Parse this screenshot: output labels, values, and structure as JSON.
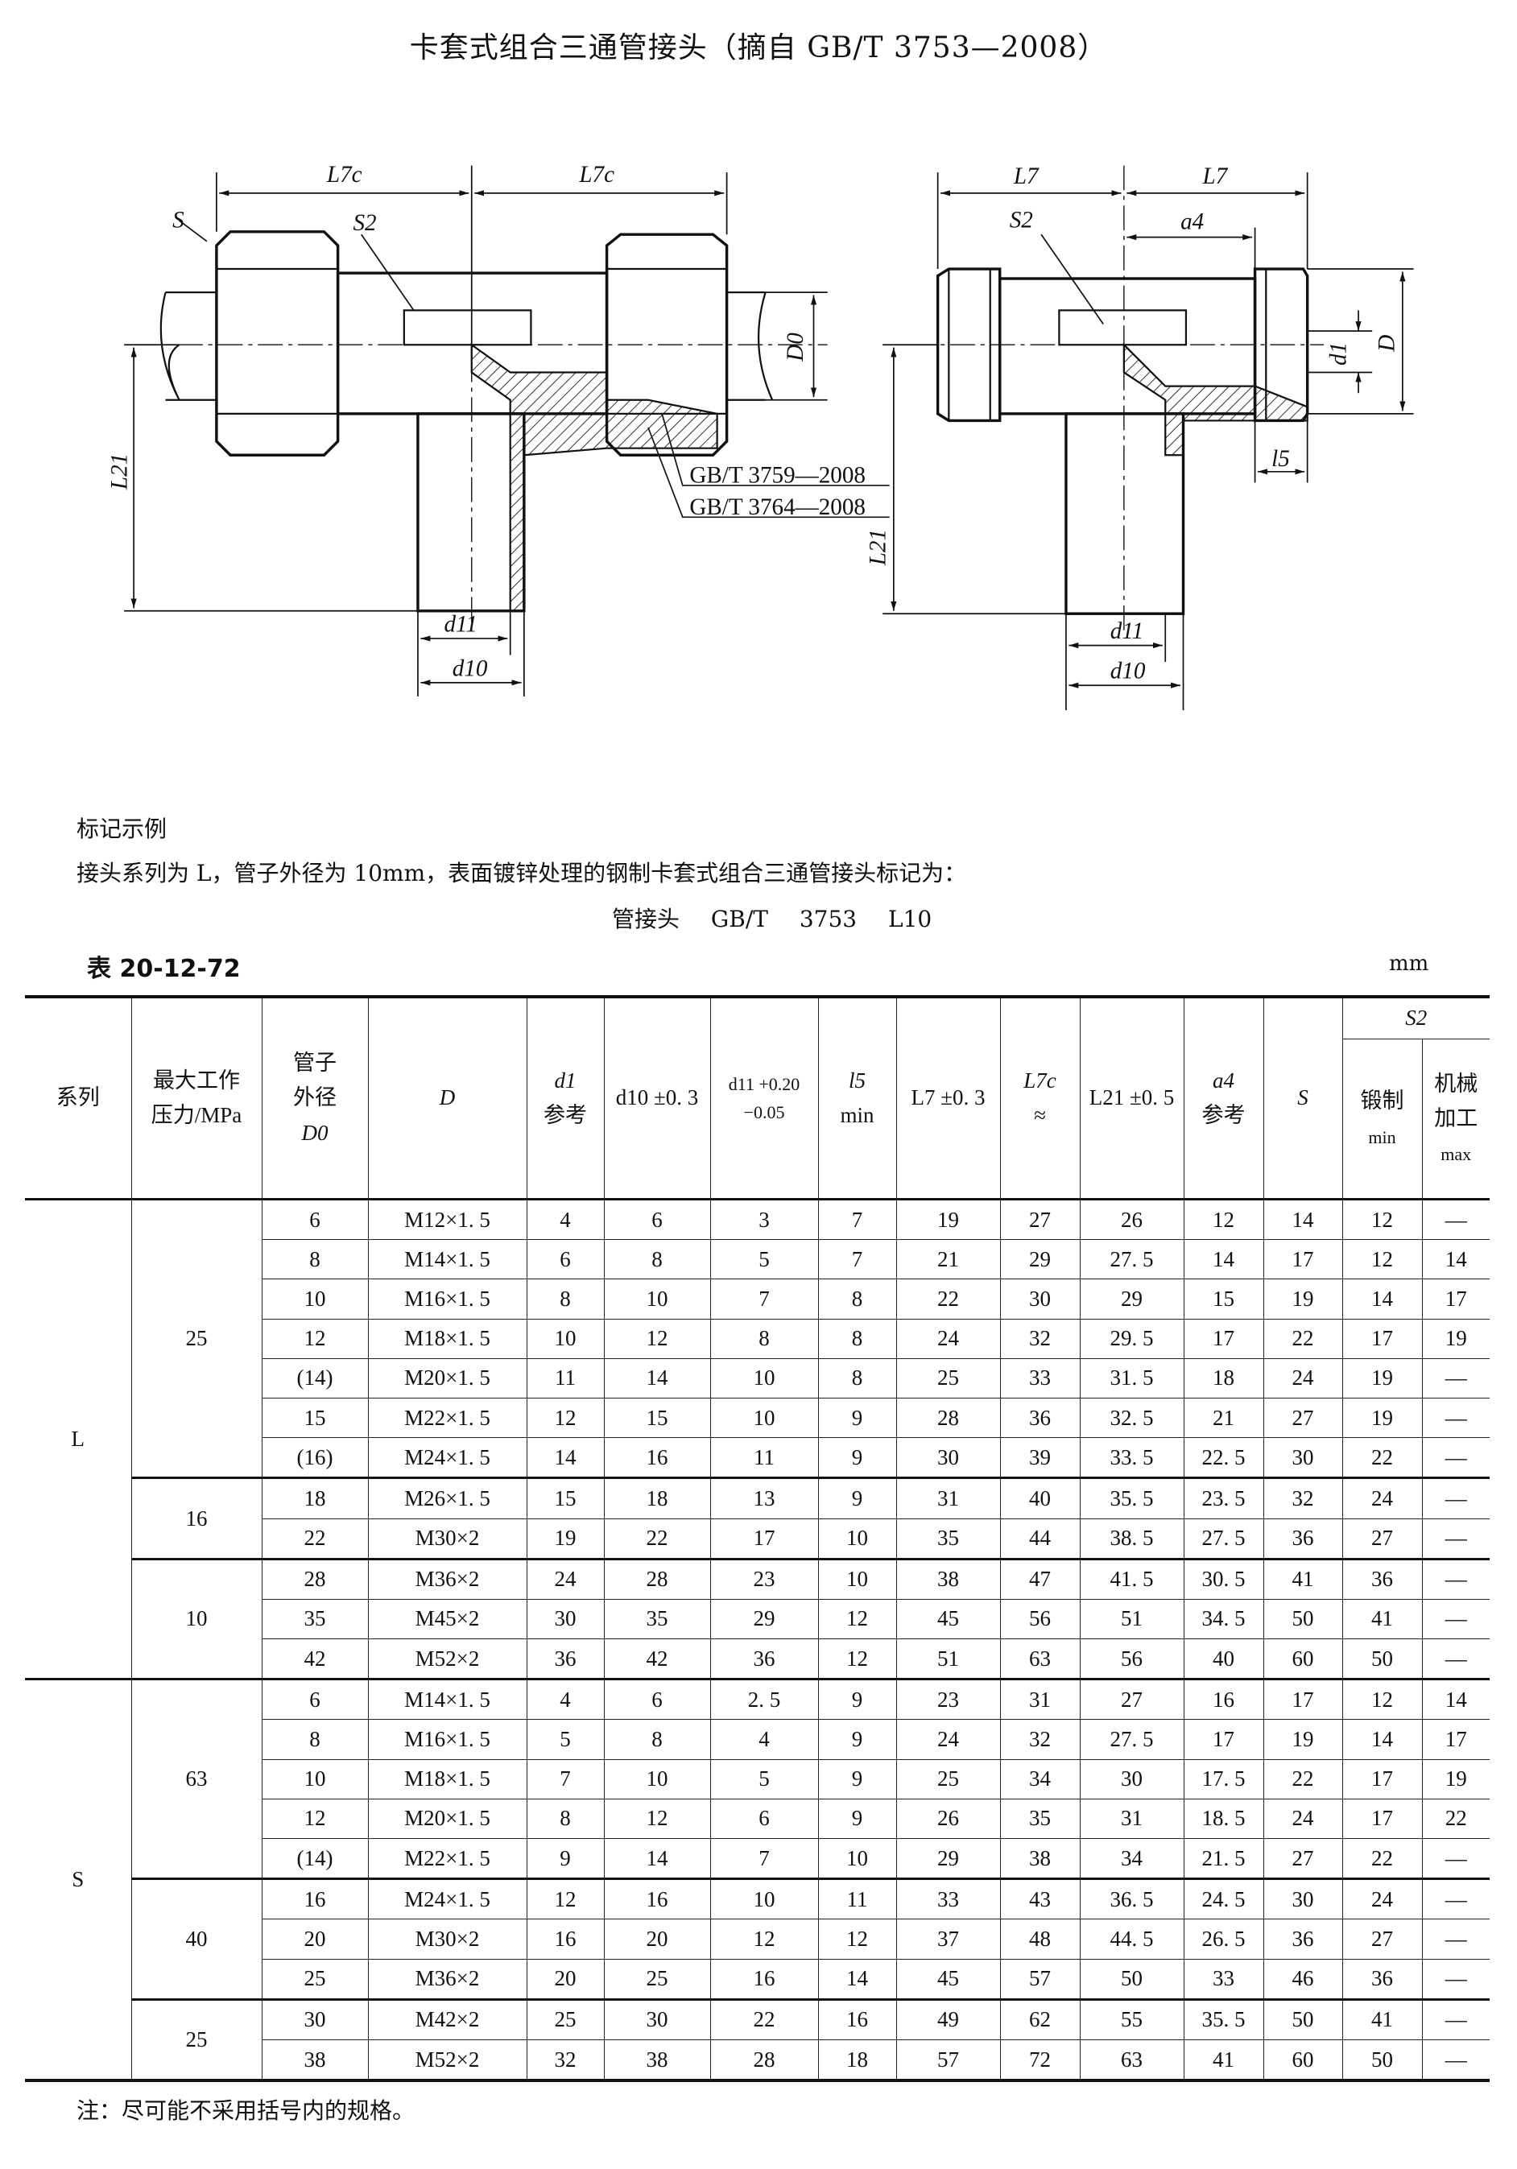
{
  "title": "卡套式组合三通管接头（摘自 GB/T 3753—2008）",
  "drawing": {
    "left": {
      "L7c_a": "L7c",
      "L7c_b": "L7c",
      "S": "S",
      "S2": "S2",
      "D0": "D0",
      "L21": "L21",
      "d11": "d11",
      "d10": "d10",
      "std1": "GB/T 3759—2008",
      "std2": "GB/T 3764—2008"
    },
    "right": {
      "L7_a": "L7",
      "L7_b": "L7",
      "S2": "S2",
      "a4": "a4",
      "d1": "d1",
      "D": "D",
      "l5": "l5",
      "L21": "L21",
      "d11": "d11",
      "d10": "d10"
    }
  },
  "marking": {
    "heading": "标记示例",
    "text": "接头系列为 L，管子外径为 10mm，表面镀锌处理的钢制卡套式组合三通管接头标记为：",
    "code": "管接头 GB/T 3753 L10"
  },
  "table": {
    "number": "表 20-12-72",
    "unit": "mm",
    "headers": {
      "series": "系列",
      "pressure": [
        "最大工作",
        "压力/MPa"
      ],
      "tube_od": [
        "管子",
        "外径",
        "D0"
      ],
      "D": "D",
      "d1": [
        "d1",
        "参考"
      ],
      "d10": "d10 ±0. 3",
      "d11": "d11 +0.20 −0.05",
      "l5": [
        "l5",
        "min"
      ],
      "L7": "L7 ±0. 3",
      "L7c": [
        "L7c",
        "≈"
      ],
      "L21": "L21 ±0. 5",
      "a4": [
        "a4",
        "参考"
      ],
      "S": "S",
      "S2": "S2",
      "S2_forged": [
        "锻制",
        "min"
      ],
      "S2_machined": [
        "机械",
        "加工",
        "max"
      ]
    },
    "groups": [
      {
        "series": "L",
        "pressures": [
          {
            "pressure": "25",
            "rows": [
              [
                "6",
                "M12×1. 5",
                "4",
                "6",
                "3",
                "7",
                "19",
                "27",
                "26",
                "12",
                "14",
                "12",
                "—"
              ],
              [
                "8",
                "M14×1. 5",
                "6",
                "8",
                "5",
                "7",
                "21",
                "29",
                "27. 5",
                "14",
                "17",
                "12",
                "14"
              ],
              [
                "10",
                "M16×1. 5",
                "8",
                "10",
                "7",
                "8",
                "22",
                "30",
                "29",
                "15",
                "19",
                "14",
                "17"
              ],
              [
                "12",
                "M18×1. 5",
                "10",
                "12",
                "8",
                "8",
                "24",
                "32",
                "29. 5",
                "17",
                "22",
                "17",
                "19"
              ],
              [
                "(14)",
                "M20×1. 5",
                "11",
                "14",
                "10",
                "8",
                "25",
                "33",
                "31. 5",
                "18",
                "24",
                "19",
                "—"
              ],
              [
                "15",
                "M22×1. 5",
                "12",
                "15",
                "10",
                "9",
                "28",
                "36",
                "32. 5",
                "21",
                "27",
                "19",
                "—"
              ],
              [
                "(16)",
                "M24×1. 5",
                "14",
                "16",
                "11",
                "9",
                "30",
                "39",
                "33. 5",
                "22. 5",
                "30",
                "22",
                "—"
              ]
            ]
          },
          {
            "pressure": "16",
            "rows": [
              [
                "18",
                "M26×1. 5",
                "15",
                "18",
                "13",
                "9",
                "31",
                "40",
                "35. 5",
                "23. 5",
                "32",
                "24",
                "—"
              ],
              [
                "22",
                "M30×2",
                "19",
                "22",
                "17",
                "10",
                "35",
                "44",
                "38. 5",
                "27. 5",
                "36",
                "27",
                "—"
              ]
            ]
          },
          {
            "pressure": "10",
            "rows": [
              [
                "28",
                "M36×2",
                "24",
                "28",
                "23",
                "10",
                "38",
                "47",
                "41. 5",
                "30. 5",
                "41",
                "36",
                "—"
              ],
              [
                "35",
                "M45×2",
                "30",
                "35",
                "29",
                "12",
                "45",
                "56",
                "51",
                "34. 5",
                "50",
                "41",
                "—"
              ],
              [
                "42",
                "M52×2",
                "36",
                "42",
                "36",
                "12",
                "51",
                "63",
                "56",
                "40",
                "60",
                "50",
                "—"
              ]
            ]
          }
        ]
      },
      {
        "series": "S",
        "pressures": [
          {
            "pressure": "63",
            "rows": [
              [
                "6",
                "M14×1. 5",
                "4",
                "6",
                "2. 5",
                "9",
                "23",
                "31",
                "27",
                "16",
                "17",
                "12",
                "14"
              ],
              [
                "8",
                "M16×1. 5",
                "5",
                "8",
                "4",
                "9",
                "24",
                "32",
                "27. 5",
                "17",
                "19",
                "14",
                "17"
              ],
              [
                "10",
                "M18×1. 5",
                "7",
                "10",
                "5",
                "9",
                "25",
                "34",
                "30",
                "17. 5",
                "22",
                "17",
                "19"
              ],
              [
                "12",
                "M20×1. 5",
                "8",
                "12",
                "6",
                "9",
                "26",
                "35",
                "31",
                "18. 5",
                "24",
                "17",
                "22"
              ],
              [
                "(14)",
                "M22×1. 5",
                "9",
                "14",
                "7",
                "10",
                "29",
                "38",
                "34",
                "21. 5",
                "27",
                "22",
                "—"
              ]
            ]
          },
          {
            "pressure": "40",
            "rows": [
              [
                "16",
                "M24×1. 5",
                "12",
                "16",
                "10",
                "11",
                "33",
                "43",
                "36. 5",
                "24. 5",
                "30",
                "24",
                "—"
              ],
              [
                "20",
                "M30×2",
                "16",
                "20",
                "12",
                "12",
                "37",
                "48",
                "44. 5",
                "26. 5",
                "36",
                "27",
                "—"
              ],
              [
                "25",
                "M36×2",
                "20",
                "25",
                "16",
                "14",
                "45",
                "57",
                "50",
                "33",
                "46",
                "36",
                "—"
              ]
            ]
          },
          {
            "pressure": "25",
            "rows": [
              [
                "30",
                "M42×2",
                "25",
                "30",
                "22",
                "16",
                "49",
                "62",
                "55",
                "35. 5",
                "50",
                "41",
                "—"
              ],
              [
                "38",
                "M52×2",
                "32",
                "38",
                "28",
                "18",
                "57",
                "72",
                "63",
                "41",
                "60",
                "50",
                "—"
              ]
            ]
          }
        ]
      }
    ],
    "note": "注：尽可能不采用括号内的规格。"
  }
}
